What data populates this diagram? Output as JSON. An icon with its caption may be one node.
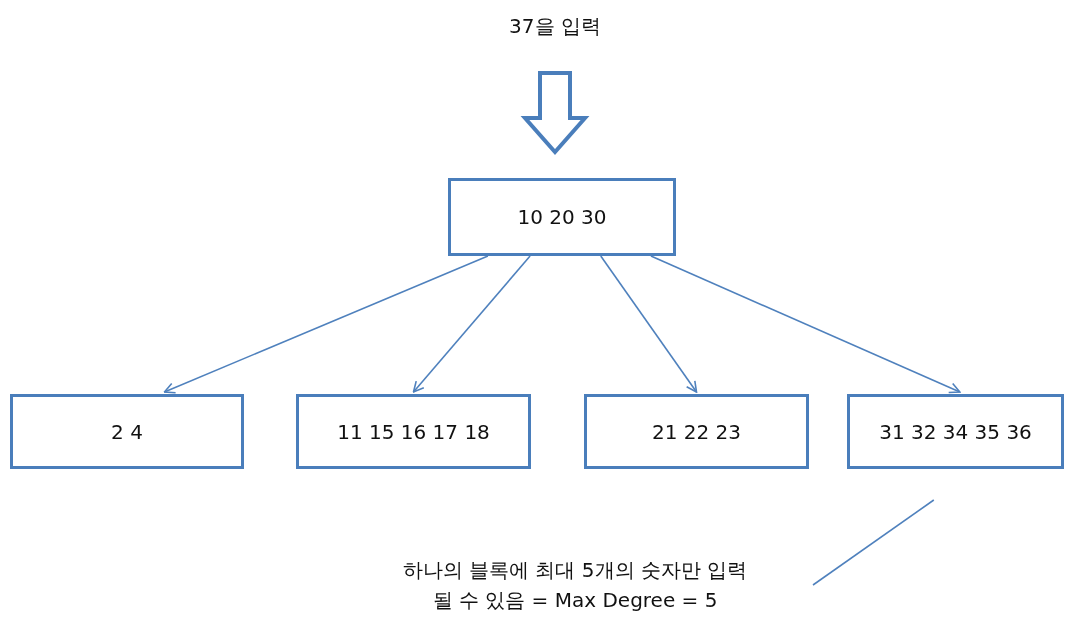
{
  "diagram": {
    "nodes": [
      {
        "text": [
          "37을 입력"
        ]
      },
      {
        "text": [
          "10 20 30"
        ]
      },
      {
        "text": [
          "2 4"
        ]
      },
      {
        "text": [
          "11 15 16 17 18"
        ]
      },
      {
        "text": [
          "21 22 23"
        ]
      },
      {
        "text": [
          "31 32 34 35 36"
        ]
      },
      {
        "text": [
          "하나의 블록에 최대 5개의 숫자만 입력될 수 있음 = Max Degree = 5"
        ]
      }
    ],
    "edges": [
      {
        "from": 0,
        "to": 1,
        "arrow": "to",
        "style": "thick"
      },
      {
        "from": 1,
        "to": 2,
        "arrow": "to"
      },
      {
        "from": 1,
        "to": 3,
        "arrow": "to"
      },
      {
        "from": 1,
        "to": 4,
        "arrow": "to"
      },
      {
        "from": 1,
        "to": 5,
        "arrow": "to"
      },
      {
        "from": 6,
        "to": 5,
        "arrow": "none"
      }
    ]
  }
}
